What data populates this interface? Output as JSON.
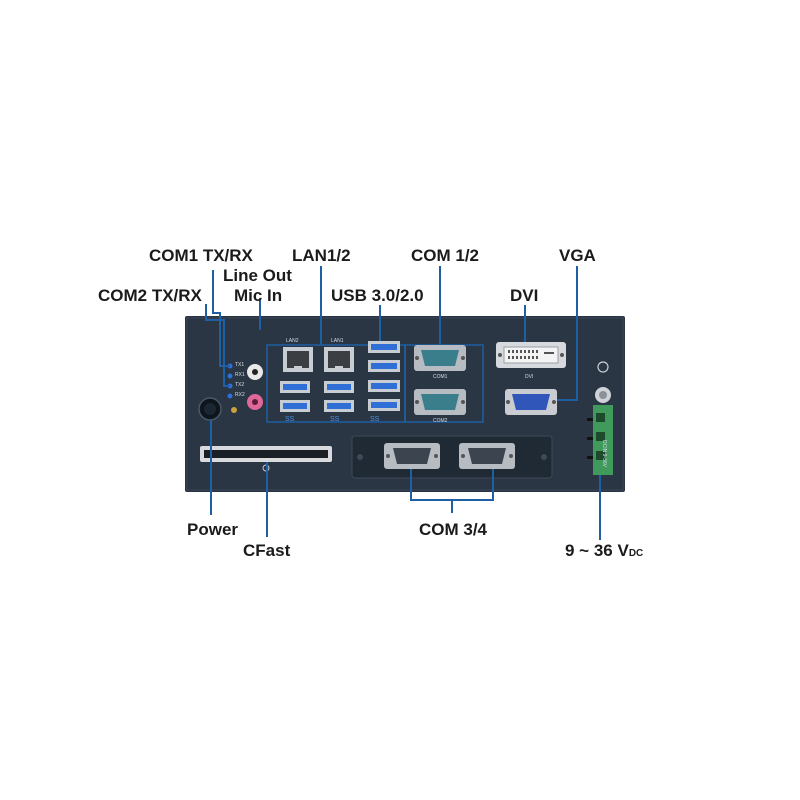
{
  "callouts": {
    "com1_txrx": "COM1 TX/RX",
    "lan": "LAN1/2",
    "com12": "COM 1/2",
    "vga": "VGA",
    "line_out": "Line Out",
    "mic_in": "Mic In",
    "com2_txrx": "COM2 TX/RX",
    "usb": "USB 3.0/2.0",
    "dvi": "DVI",
    "power": "Power",
    "cfast": "CFast",
    "com34": "COM 3/4",
    "dc_main": "9 ~ 36 V",
    "dc_sub": "DC"
  },
  "panel_markings": {
    "lan2": "LAN2",
    "lan1": "LAN1",
    "tx1": "TX1",
    "rx1": "RX1",
    "tx2": "TX2",
    "rx2": "RX2",
    "com1": "COM1",
    "com2": "COM2",
    "dvi": "DVI",
    "ss_left": "SS",
    "ss_mid": "SS",
    "ss_right": "SS",
    "dc_in": "DCIN 9-36V"
  },
  "colors": {
    "chassis": "#2a3644",
    "callout_line": "#1f5fa3",
    "usb_port": "#2f6fd6",
    "serial_port": "#3a7e8c",
    "vga_port": "#2f56b8",
    "mic_jack": "#e0679a",
    "terminal_block": "#3f9a5c"
  }
}
